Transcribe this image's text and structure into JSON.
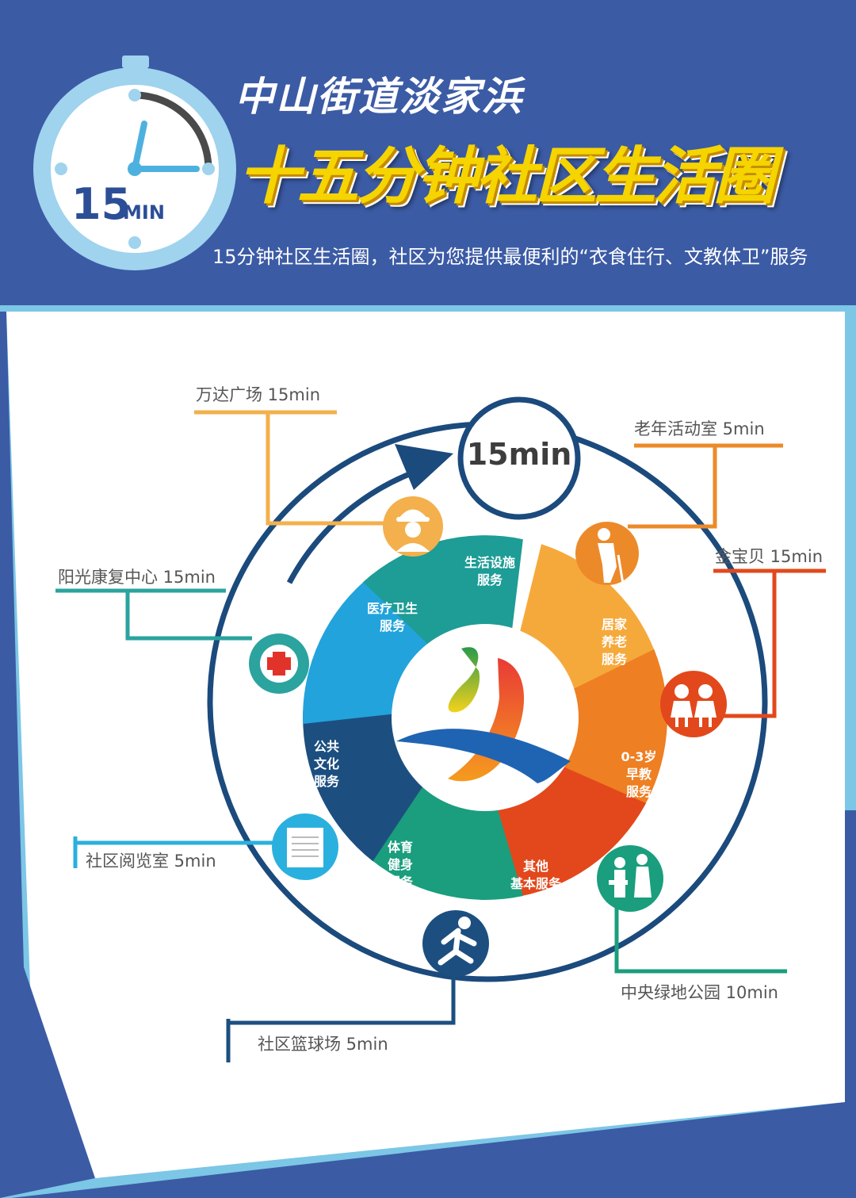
{
  "header": {
    "subtitle_top": "中山街道淡家浜",
    "title": "十五分钟社区生活圈",
    "tagline": "15分钟社区生活圈，社区为您提供最便利的“衣食住行、文教体卫”服务",
    "clock_number": "15",
    "clock_unit": "MIN"
  },
  "diagram": {
    "center_label": "15min",
    "services": [
      {
        "lines": [
          "生活设施",
          "服务"
        ],
        "color": "#f6a93b"
      },
      {
        "lines": [
          "居家",
          "养老",
          "服务"
        ],
        "color": "#ee7f22"
      },
      {
        "lines": [
          "0-3岁",
          "早教",
          "服务"
        ],
        "color": "#e2481b"
      },
      {
        "lines": [
          "其他",
          "基本服务"
        ],
        "color": "#1a9e7d"
      },
      {
        "lines": [
          "体育",
          "健身",
          "服务"
        ],
        "color": "#1c4f80"
      },
      {
        "lines": [
          "公共",
          "文化",
          "服务"
        ],
        "color": "#22a3dc"
      },
      {
        "lines": [
          "医疗卫生",
          "服务"
        ],
        "color": "#1e9c96"
      }
    ],
    "places": [
      {
        "label": "万达广场 15min",
        "icon": "worker-icon",
        "color": "#f3b04c"
      },
      {
        "label": "老年活动室  5min",
        "icon": "elderly-icon",
        "color": "#ec8a2a"
      },
      {
        "label": "金宝贝 15min",
        "icon": "children-icon",
        "color": "#e2481b"
      },
      {
        "label": "阳光康复中心 15min",
        "icon": "medical-cross-icon",
        "color": "#2ba39f"
      },
      {
        "label": "社区阅览室 5min",
        "icon": "document-icon",
        "color": "#2ab0de"
      },
      {
        "label": "中央绿地公园 10min",
        "icon": "park-people-icon",
        "color": "#1a9e7d"
      },
      {
        "label": "社区篮球场 5min",
        "icon": "runner-icon",
        "color": "#1c4f80"
      }
    ]
  },
  "colors": {
    "background_blue": "#3b5ba5",
    "ring_navy": "#1b4a7d",
    "title_yellow": "#f5d400"
  }
}
